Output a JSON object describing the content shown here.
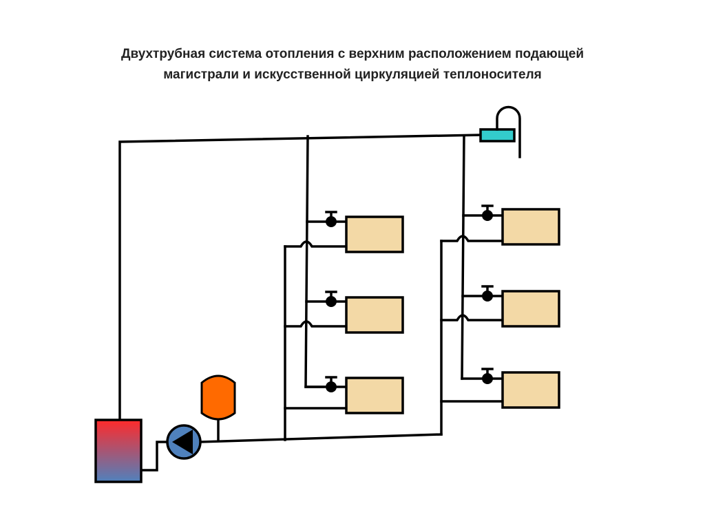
{
  "title": {
    "line1": "Двухтрубная система отопления с верхним расположением подающей",
    "line2": "магистрали и искусственной циркуляцией теплоносителя"
  },
  "colors": {
    "radiator": "#f3d9a6",
    "boiler_top": "#ff2a2a",
    "boiler_bottom": "#4f81bd",
    "pump": "#4f81bd",
    "membrane_tank": "#ff6a00",
    "expansion_tank": "#33cccc",
    "pipe": "#000000"
  },
  "components": [
    "boiler",
    "pump",
    "membrane-expansion-tank",
    "open-expansion-tank",
    "radiator",
    "valve"
  ]
}
